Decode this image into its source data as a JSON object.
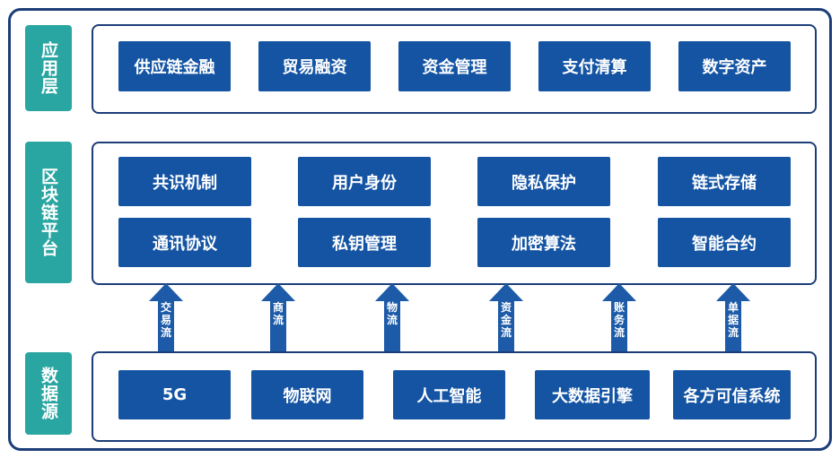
{
  "layers": {
    "application": {
      "label": "应用层",
      "items": [
        "供应链金融",
        "贸易融资",
        "资金管理",
        "支付清算",
        "数字资产"
      ]
    },
    "blockchain": {
      "label": "区块链平台",
      "items": [
        "共识机制",
        "用户身份",
        "隐私保护",
        "链式存储",
        "通讯协议",
        "私钥管理",
        "加密算法",
        "智能合约"
      ]
    },
    "data": {
      "label": "数据源",
      "items": [
        "5G",
        "物联网",
        "人工智能",
        "大数据引擎",
        "各方可信系统"
      ]
    }
  },
  "flows": [
    "交易流",
    "商流",
    "物流",
    "资金流",
    "账务流",
    "单据流"
  ],
  "colors": {
    "frame": "#1c3d78",
    "label_bg": "#2aa6a2",
    "box_bg": "#1454a3",
    "arrow": "#1d5ba8"
  }
}
